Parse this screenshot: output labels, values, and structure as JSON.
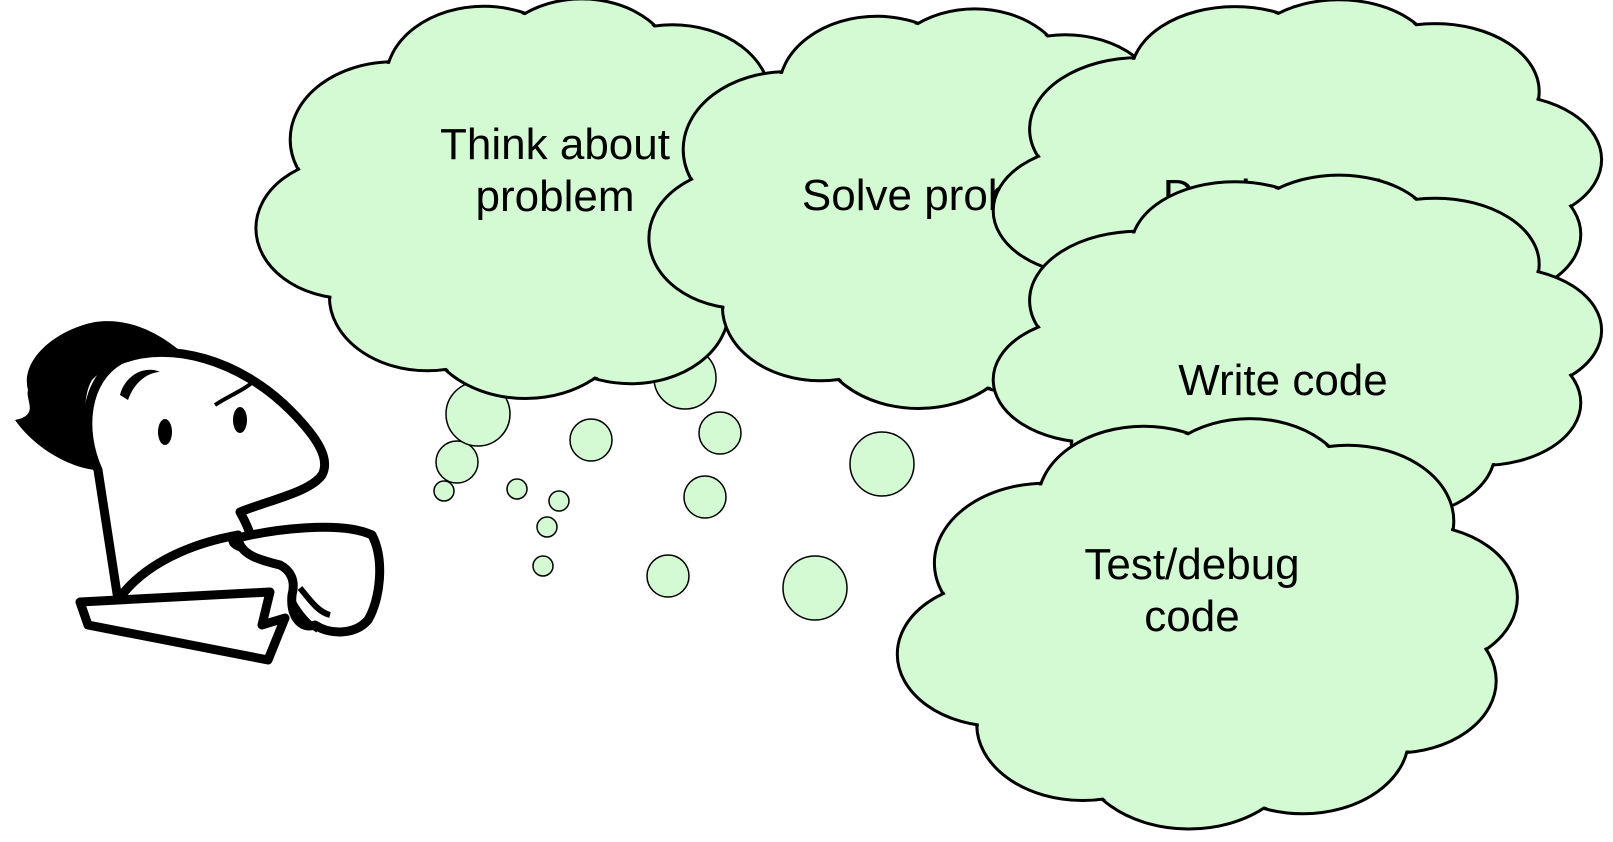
{
  "clouds": [
    {
      "id": "think",
      "lines": [
        "Think about",
        "problem"
      ]
    },
    {
      "id": "solve",
      "lines": [
        "Solve probl"
      ]
    },
    {
      "id": "design",
      "lines": [
        "Design code"
      ]
    },
    {
      "id": "write",
      "lines": [
        "Write code"
      ]
    },
    {
      "id": "test",
      "lines": [
        "Test/debug",
        "code"
      ]
    }
  ],
  "colors": {
    "cloud_fill": "#d4fad4",
    "cloud_stroke": "#000000",
    "background": "#ffffff"
  }
}
